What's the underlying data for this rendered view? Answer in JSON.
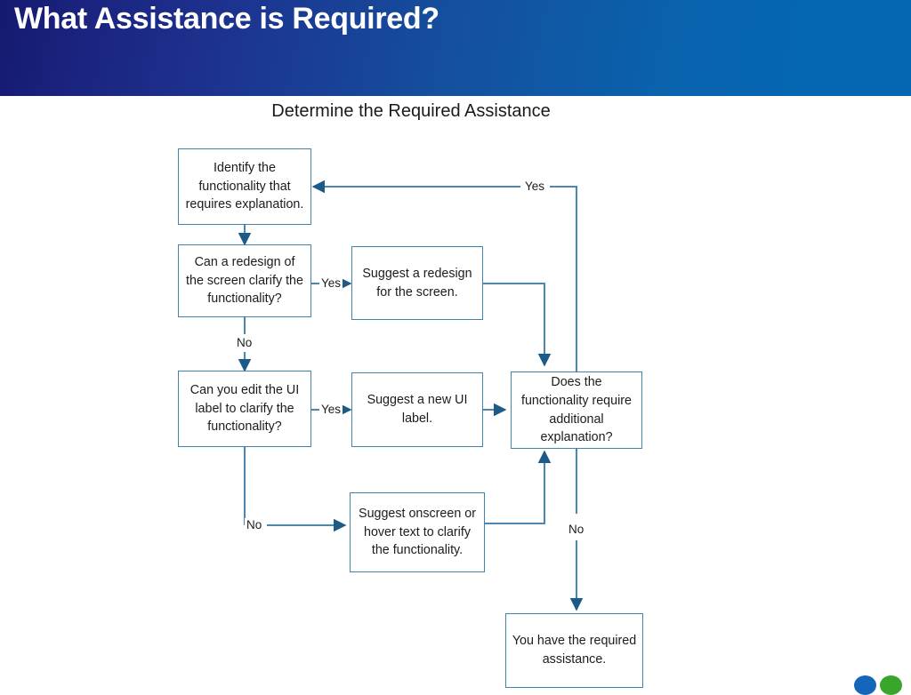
{
  "header": {
    "title": "What Assistance is Required?",
    "gradient_from": "#151a70",
    "gradient_to": "#0567b2"
  },
  "diagram": {
    "title": "Determine the Required Assistance",
    "box_border_color": "#4084ac",
    "connector_color": "#4e87ab",
    "arrowhead_color": "#1c5b87",
    "nodes": [
      {
        "id": "identify",
        "label": "Identify the functionality that requires explanation."
      },
      {
        "id": "redesign_q",
        "label": "Can a redesign of the screen clarify the functionality?"
      },
      {
        "id": "redesign_a",
        "label": "Suggest a redesign for the screen."
      },
      {
        "id": "uilabel_q",
        "label": "Can you edit the UI label to clarify the functionality?"
      },
      {
        "id": "uilabel_a",
        "label": "Suggest a new UI label."
      },
      {
        "id": "decision",
        "label": "Does the functionality require additional explanation?"
      },
      {
        "id": "hover_a",
        "label": "Suggest onscreen or hover text to clarify the functionality."
      },
      {
        "id": "done",
        "label": "You have the required assistance."
      }
    ],
    "edge_labels": {
      "loopback_yes": "Yes",
      "redesign_yes": "Yes",
      "redesign_no": "No",
      "uilabel_yes": "Yes",
      "uilabel_no": "No",
      "decision_no": "No"
    }
  },
  "logo": {
    "dot_blue": "#1466bb",
    "dot_green": "#37a62b"
  }
}
